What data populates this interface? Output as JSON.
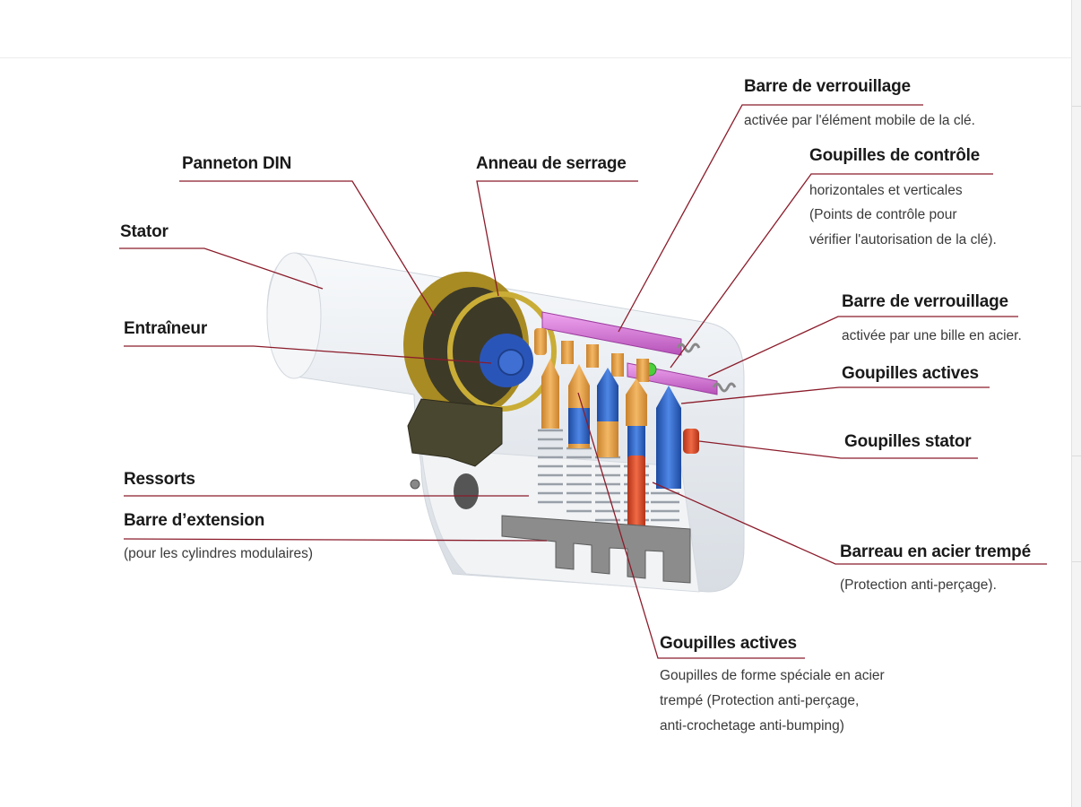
{
  "labels": {
    "barre_verrouillage_1": {
      "title": "Barre de verrouillage",
      "desc": "activée par l'élément mobile de la clé."
    },
    "goupilles_controle": {
      "title": "Goupilles de contrôle",
      "desc": [
        "horizontales et verticales",
        "(Points de contrôle pour",
        "vérifier l'autorisation de la clé)."
      ]
    },
    "panneton_din": {
      "title": "Panneton DIN"
    },
    "anneau_serrage": {
      "title": "Anneau de serrage"
    },
    "stator": {
      "title": "Stator"
    },
    "barre_verrouillage_2": {
      "title": "Barre de verrouillage",
      "desc": "activée par une bille en acier."
    },
    "entraineur": {
      "title": "Entraîneur"
    },
    "goupilles_actives_1": {
      "title": "Goupilles actives"
    },
    "goupilles_stator": {
      "title": "Goupilles stator"
    },
    "ressorts": {
      "title": "Ressorts"
    },
    "barre_extension": {
      "title": "Barre d’extension",
      "desc": "(pour les cylindres modulaires)"
    },
    "barreau_acier": {
      "title": "Barreau en acier trempé",
      "desc": "(Protection anti-perçage)."
    },
    "goupilles_actives_2": {
      "title": "Goupilles actives",
      "desc": [
        "Goupilles de forme spéciale en acier",
        "trempé (Protection anti-perçage,",
        "anti-crochetage anti-bumping)"
      ]
    }
  },
  "colors": {
    "leader_line": "#8b1c2b",
    "cylinder_body": "#eef1f4",
    "brass_ring": "#b79a2a",
    "driver_blue": "#2a55b8",
    "pin_orange": "#e7a34a",
    "pin_blue": "#2f6ad0",
    "bar_magenta": "#d774d8",
    "pin_red": "#e0472a",
    "spring": "#9aa0a8",
    "extension_bar": "#8c8c8c"
  }
}
